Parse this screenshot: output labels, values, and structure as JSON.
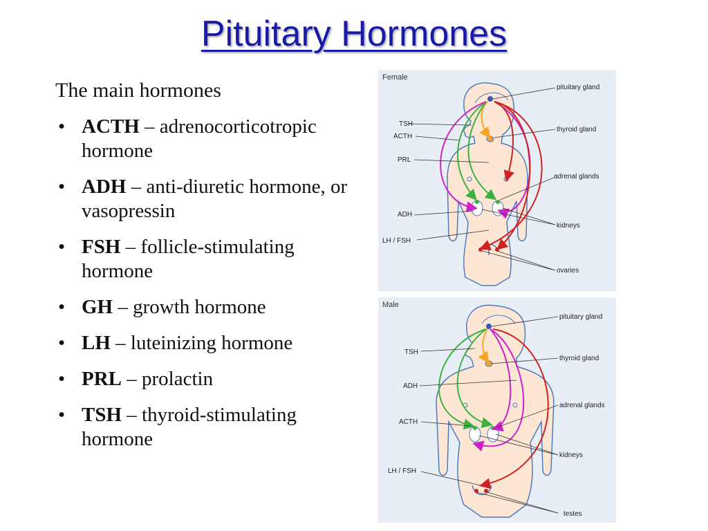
{
  "title": "Pituitary Hormones",
  "intro": "The main hormones",
  "hormones": [
    {
      "abbr": "ACTH",
      "rest": " – adrenocorticotropic hormone"
    },
    {
      "abbr": "ADH",
      "rest": " – anti-diuretic hormone, or vasopressin"
    },
    {
      "abbr": "FSH",
      "rest": " – follicle-stimulating hormone"
    },
    {
      "abbr": "GH",
      "rest": " – growth hormone"
    },
    {
      "abbr": "LH",
      "rest": " – luteinizing hormone"
    },
    {
      "abbr": "PRL",
      "rest": " – prolactin"
    },
    {
      "abbr": "TSH",
      "rest": " – thyroid-stimulating hormone"
    }
  ],
  "female": {
    "label": "Female",
    "left_labels": [
      "TSH",
      "ACTH",
      "PRL",
      "ADH",
      "LH / FSH"
    ],
    "right_labels": [
      "pituitary gland",
      "thyroid gland",
      "adrenal glands",
      "kidneys",
      "ovaries"
    ]
  },
  "male": {
    "label": "Male",
    "left_labels": [
      "TSH",
      "ADH",
      "ACTH",
      "LH / FSH"
    ],
    "right_labels": [
      "pituitary gland",
      "thyroid gland",
      "adrenal glands",
      "kidneys",
      "testes"
    ]
  },
  "colors": {
    "title": "#1a1aa8",
    "tsh_arrow": "#f5a623",
    "acth_arrow": "#3cb043",
    "adh_arrow": "#cc22cc",
    "lh_fsh_arrow": "#cc2222",
    "body_fill": "#fde6d3",
    "body_outline": "#4a7cc0"
  }
}
